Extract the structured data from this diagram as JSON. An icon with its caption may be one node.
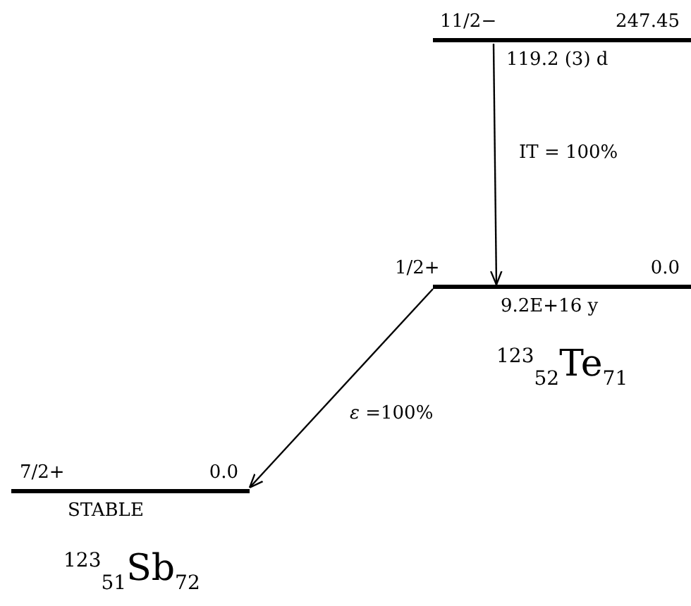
{
  "diagram": {
    "nodes": [
      {
        "text": [
          "11/2−",
          "247.45"
        ],
        "beside": [
          "119.2 (3) d"
        ]
      },
      {
        "text": [
          "1/2+",
          "0.0"
        ],
        "beside": [
          "9.2E+16 y"
        ]
      },
      {
        "text": [
          "7/2+",
          "0.0"
        ],
        "beside": [
          "STABLE"
        ]
      }
    ],
    "edges": [
      {
        "from": 0,
        "to": 1,
        "arrow": "to",
        "label": "IT = 100%"
      },
      {
        "from": 1,
        "to": 2,
        "arrow": "to",
        "label": "*ε* =100%"
      }
    ],
    "labels": [
      "$^{123}$$_{52}$Te$_{71}$",
      "$^{123}$$_{51}$Sb$_{72}$"
    ]
  }
}
